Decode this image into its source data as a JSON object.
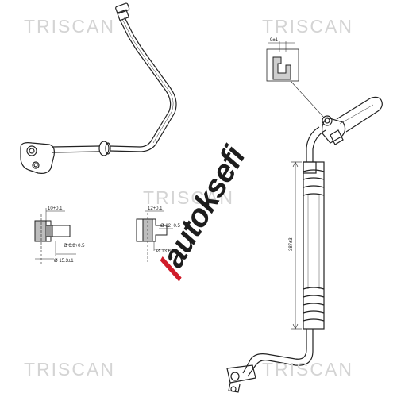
{
  "watermarks": [
    "TRISCAN",
    "TRISCAN",
    "TRISCAN",
    "TRISCAN",
    "TRISCAN"
  ],
  "logo": {
    "text": "autoksefi",
    "accent_color": "#d01c2a"
  },
  "dimensions": {
    "left_fitting_top": "10+0.1",
    "left_fitting_mid": "Ø 6.8+0.5",
    "left_fitting_bottom": "Ø 15.3±1",
    "mid_fitting_top": "12+0.1",
    "mid_fitting_mid": "Ø 12+0.5",
    "mid_fitting_bottom": "Ø 13.6±1",
    "detail_label": "9±1",
    "hose_length": "387±3"
  }
}
